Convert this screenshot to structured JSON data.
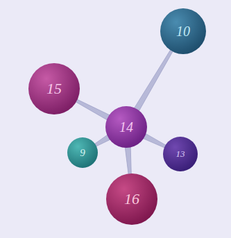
{
  "diagram": {
    "nodes": [
      {
        "text": [
          "10"
        ]
      },
      {
        "text": [
          "15"
        ]
      },
      {
        "text": [
          "14"
        ]
      },
      {
        "text": [
          "9"
        ]
      },
      {
        "text": [
          "13"
        ]
      },
      {
        "text": [
          "16"
        ]
      }
    ],
    "edges": [
      {
        "from": 2,
        "to": 0,
        "arrow": "none"
      },
      {
        "from": 2,
        "to": 1,
        "arrow": "none"
      },
      {
        "from": 2,
        "to": 3,
        "arrow": "none"
      },
      {
        "from": 2,
        "to": 4,
        "arrow": "none"
      },
      {
        "from": 2,
        "to": 5,
        "arrow": "none"
      }
    ]
  }
}
